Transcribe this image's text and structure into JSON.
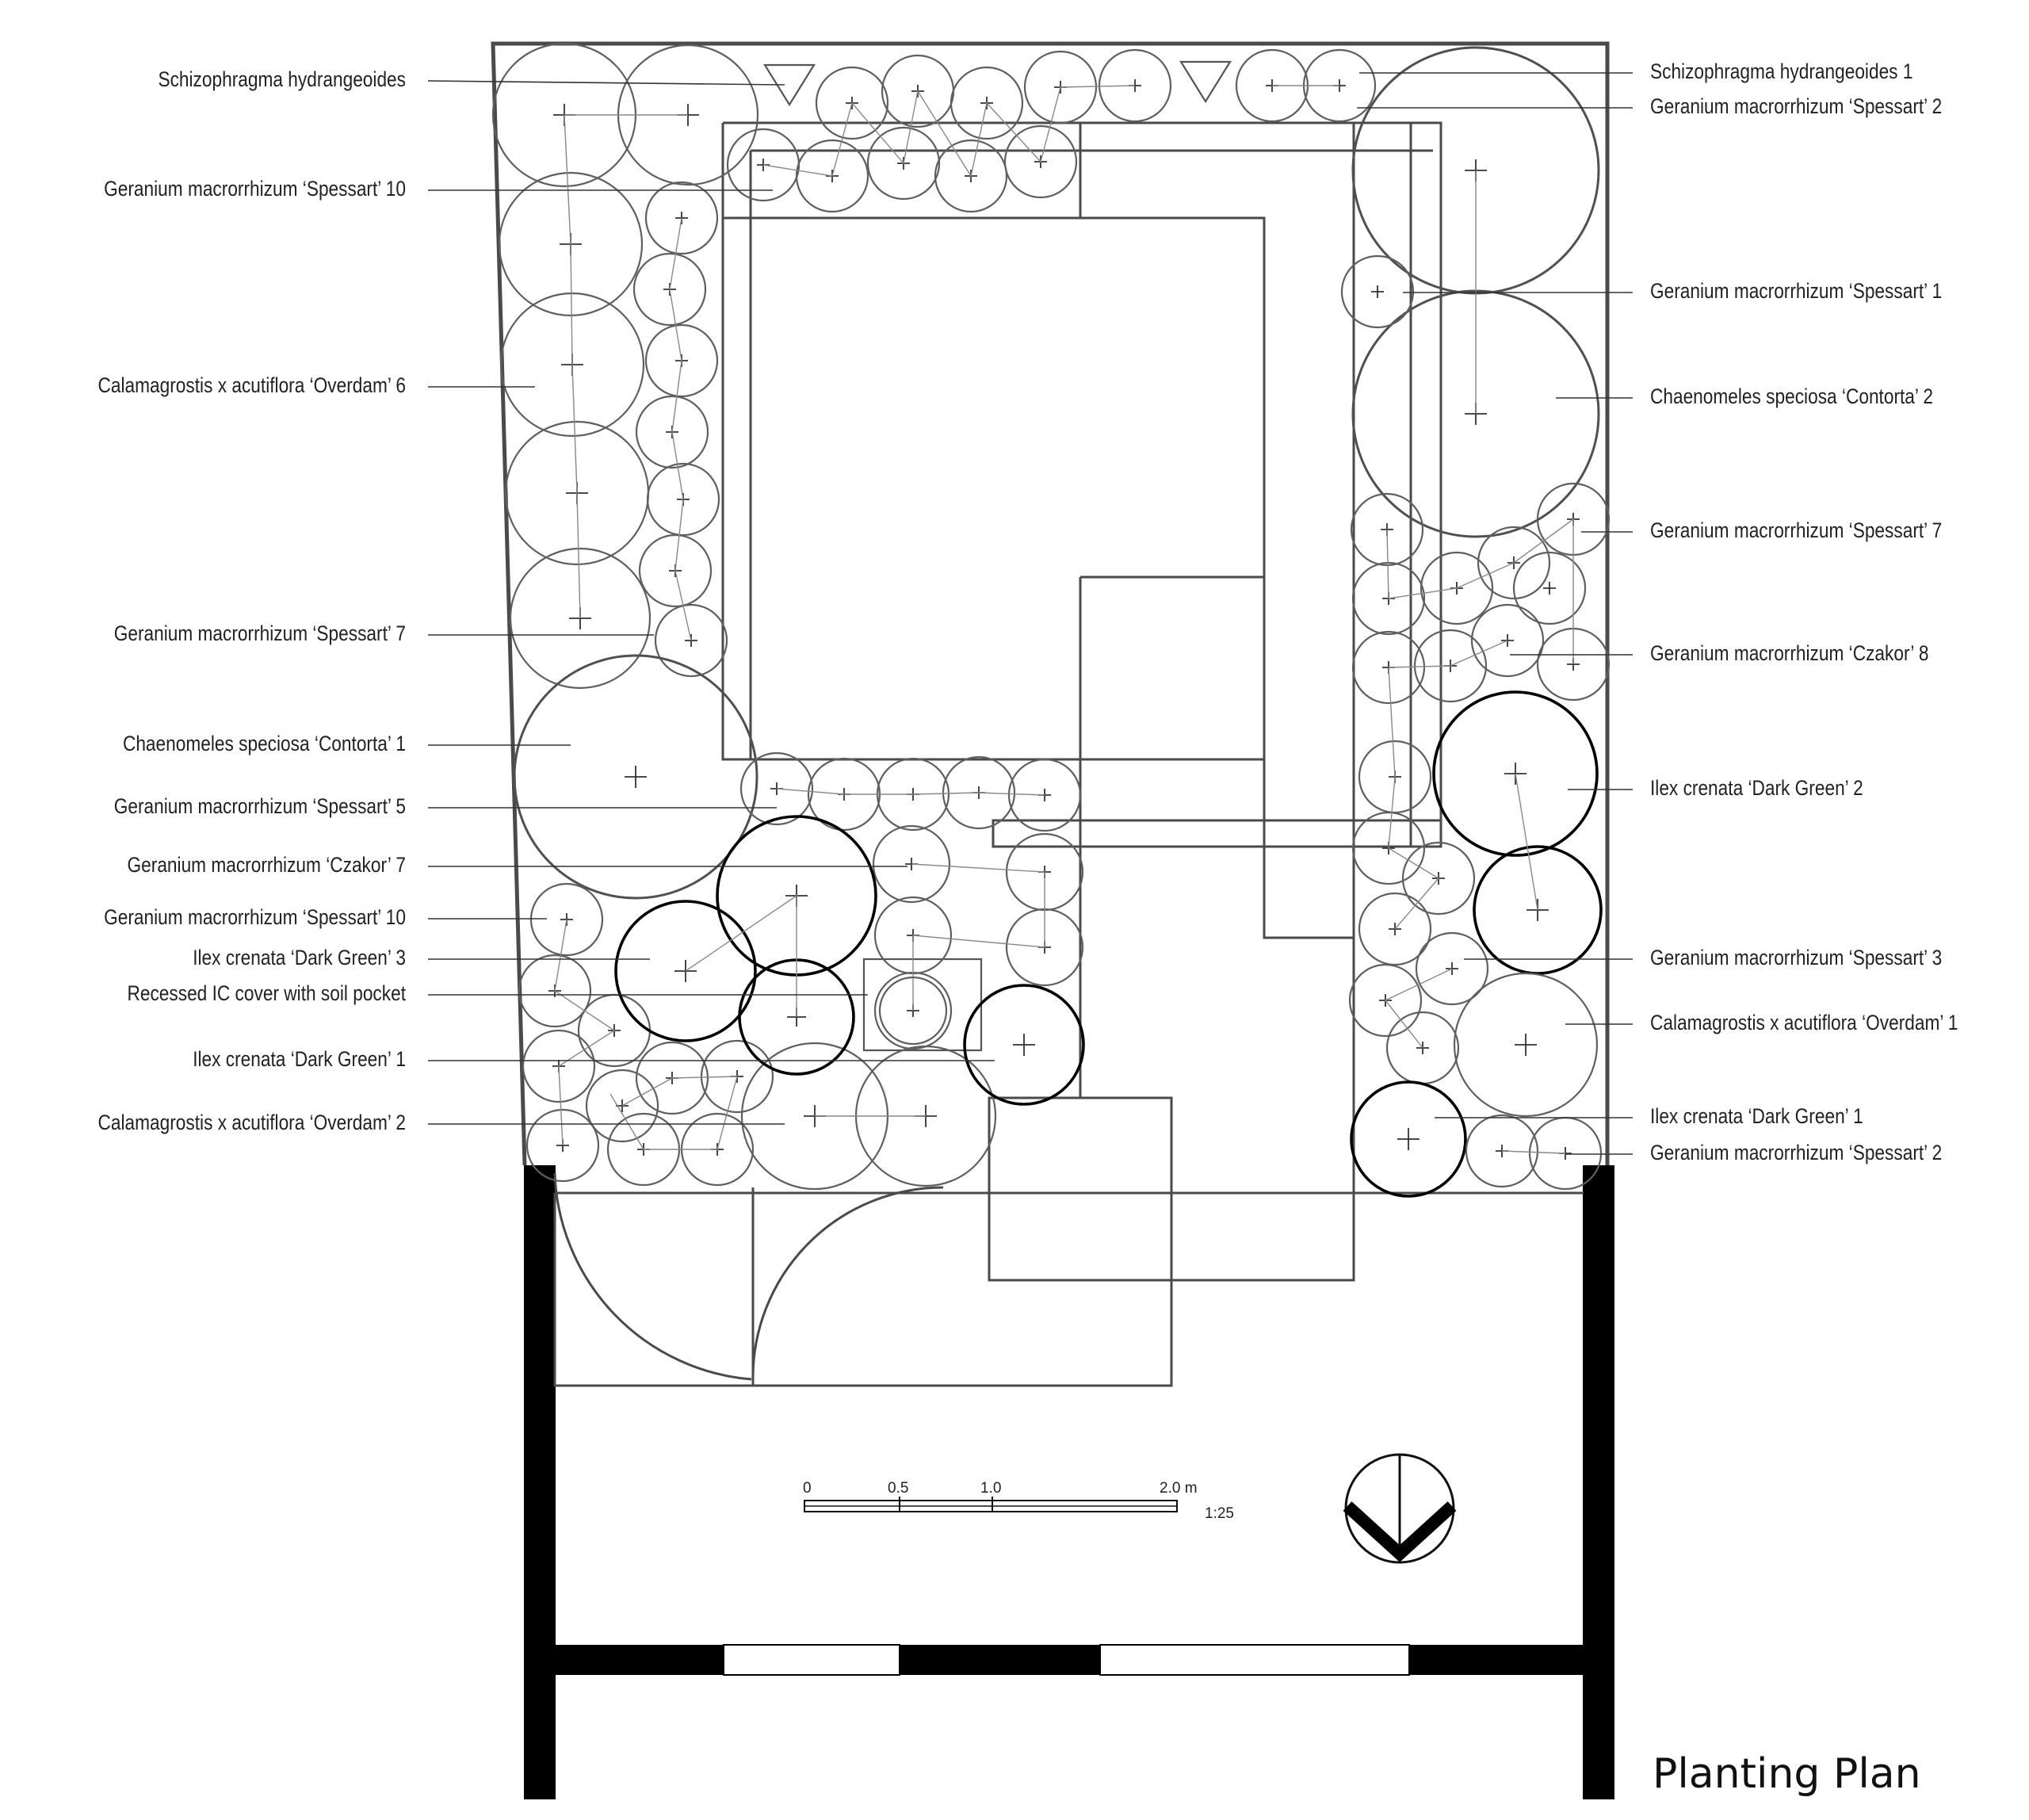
{
  "labels_left": [
    "Schizophragma hydrangeoides",
    "Geranium macrorrhizum ‘Spessart’ 10",
    "Calamagrostis x acutiflora ‘Overdam’ 6",
    "Geranium macrorrhizum ‘Spessart’ 7",
    "Chaenomeles speciosa ‘Contorta’ 1",
    "Geranium macrorrhizum ‘Spessart’ 5",
    "Geranium macrorrhizum ‘Czakor’ 7",
    "Geranium macrorrhizum ‘Spessart’ 10",
    "Ilex crenata ‘Dark Green’ 3",
    "Recessed IC cover with soil pocket",
    "Ilex crenata ‘Dark Green’ 1",
    "Calamagrostis x acutiflora ‘Overdam’ 2"
  ],
  "labels_right": [
    "Schizophragma hydrangeoides  1",
    "Geranium macrorrhizum ‘Spessart’ 2",
    "Geranium macrorrhizum ‘Spessart’ 1",
    "Chaenomeles speciosa ‘Contorta’ 2",
    "Geranium macrorrhizum ‘Spessart’ 7",
    "Geranium macrorrhizum ‘Czakor’ 8",
    "Ilex crenata ‘Dark Green’ 2",
    "Geranium macrorrhizum ‘Spessart’ 3",
    "Calamagrostis x acutiflora ‘Overdam’ 1",
    "Ilex crenata ‘Dark Green’ 1",
    "Geranium macrorrhizum ‘Spessart’ 2"
  ],
  "scale_bar": {
    "ticks": [
      "0",
      "0.5",
      "1.0",
      "2.0 m"
    ],
    "ratio": "1:25"
  },
  "title": "Planting Plan",
  "colors": {
    "ink": "#000000",
    "outline": "#4a4a4a",
    "planting": "#5f5f5f"
  },
  "icons": [
    "north-arrow-icon"
  ]
}
